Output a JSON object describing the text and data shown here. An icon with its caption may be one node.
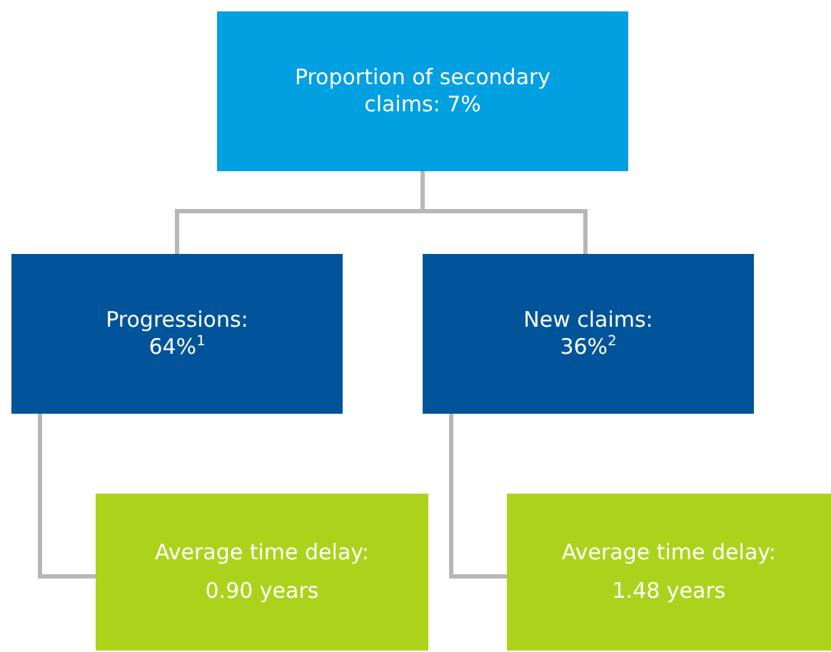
{
  "diagram": {
    "nodes": [
      {
        "text": [
          "Proportion of secondary claims: 7%"
        ]
      },
      {
        "text": [
          "Progressions: 64%$^{1}$"
        ]
      },
      {
        "text": [
          "New claims: 36%$^{2}$"
        ]
      },
      {
        "text": [
          "Average time delay:",
          "0.90 years"
        ]
      },
      {
        "text": [
          "Average time delay:",
          "1.48 years"
        ]
      }
    ],
    "edges": [
      {
        "from": 0,
        "to": 1,
        "arrow": "none"
      },
      {
        "from": 0,
        "to": 2,
        "arrow": "none"
      },
      {
        "from": 1,
        "to": 3,
        "arrow": "none"
      },
      {
        "from": 2,
        "to": 4,
        "arrow": "none"
      }
    ]
  }
}
